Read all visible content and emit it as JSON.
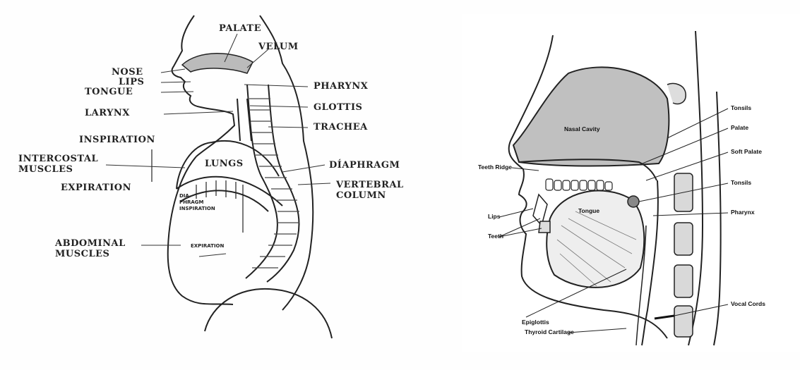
{
  "left_diagram": {
    "labels": {
      "palate": "PALATE",
      "velum": "VELUM",
      "nose": "NOSE",
      "lips": "LIPS",
      "tongue": "TONGUE",
      "larynx": "LARYNX",
      "pharynx": "PHARYNX",
      "glottis": "GLOTTIS",
      "trachea": "TRACHEA",
      "inspiration": "INSPIRATION",
      "intercostal_1": "INTERCOSTAL",
      "intercostal_2": "MUSCLES",
      "lungs": "LUNGS",
      "diaphragm": "DÍAPHRAGM",
      "expiration": "EXPIRATION",
      "vertebral_1": "VERTEBRAL",
      "vertebral_2": "COLUMN",
      "dia_1": "DIA-",
      "dia_2": "PHRAGM",
      "dia_3": "INSPIRATION",
      "abdominal_1": "ABDOMINAL",
      "abdominal_2": "MUSCLES",
      "expiration_small": "EXPIRATION"
    }
  },
  "right_diagram": {
    "labels": {
      "tonsils_top": "Tonsils",
      "palate": "Palate",
      "soft_palate": "Soft Palate",
      "tonsils": "Tonsils",
      "nasal_cavity": "Nasal Cavity",
      "teeth_ridge": "Teeth Ridge",
      "tongue": "Tongue",
      "lips": "Lips",
      "teeth": "Teeth",
      "pharynx": "Pharynx",
      "vocal_cords": "Vocal Cords",
      "epiglottis": "Epiglottis",
      "thyroid_cartilage": "Thyroid Cartilage"
    }
  },
  "colors": {
    "line": "#222222",
    "shade": "#c8c8c8",
    "shade_dark": "#9a9a9a"
  }
}
